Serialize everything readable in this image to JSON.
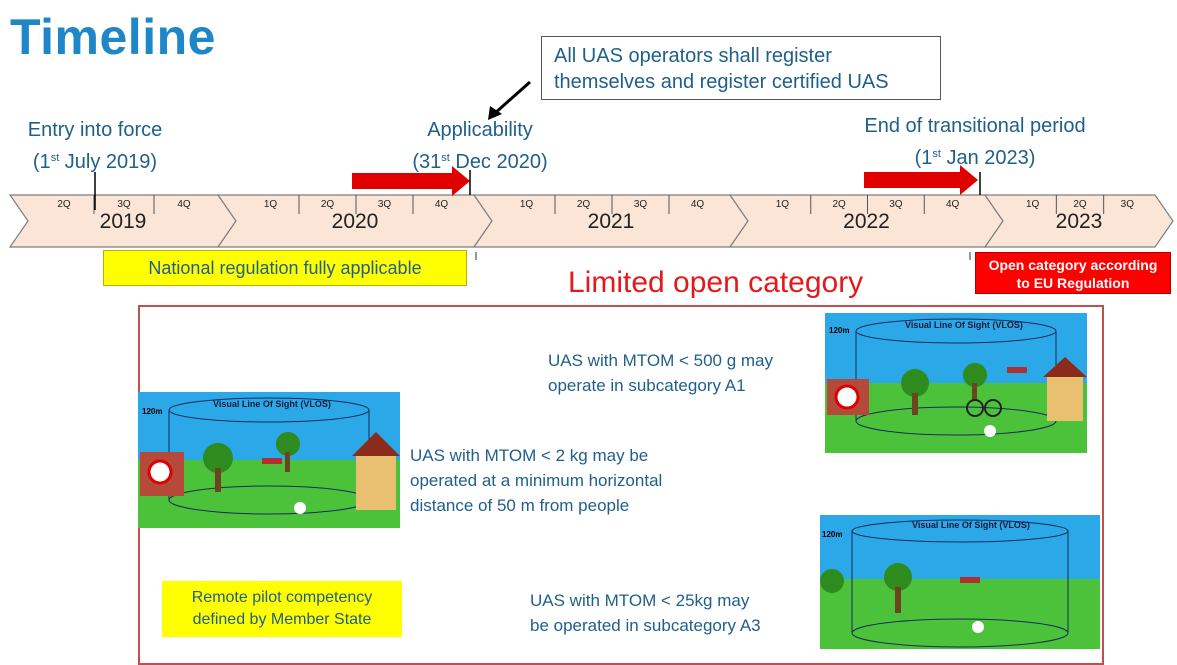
{
  "title": "Timeline",
  "callout": {
    "line1": "All UAS operators shall register",
    "line2": "themselves and register certified UAS"
  },
  "events": {
    "entry": {
      "label": "Entry into force",
      "date_pre": "(1",
      "date_sup": "st",
      "date_post": " July 2019)"
    },
    "applicability": {
      "label": "Applicability",
      "date_pre": "(31",
      "date_sup": "st",
      "date_post": " Dec 2020)"
    },
    "end_transition": {
      "label": "End of transitional period",
      "date_pre": "(1",
      "date_sup": "st",
      "date_post": " Jan 2023)"
    }
  },
  "timeline": {
    "years": [
      {
        "year": "2019",
        "quarters": [
          "2Q",
          "3Q",
          "4Q"
        ]
      },
      {
        "year": "2020",
        "quarters": [
          "1Q",
          "2Q",
          "3Q",
          "4Q"
        ]
      },
      {
        "year": "2021",
        "quarters": [
          "1Q",
          "2Q",
          "3Q",
          "4Q"
        ]
      },
      {
        "year": "2022",
        "quarters": [
          "1Q",
          "2Q",
          "3Q",
          "4Q"
        ]
      },
      {
        "year": "2023",
        "quarters": [
          "1Q",
          "2Q",
          "3Q"
        ]
      }
    ],
    "fill_color": "#fbe5d6",
    "stroke_color": "#7f7f7f"
  },
  "national_regulation": "National regulation fully applicable",
  "open_category": {
    "line1": "Open category according",
    "line2": "to EU Regulation"
  },
  "limited_open_category": "Limited open category",
  "subcategories": {
    "a1": {
      "line1": "UAS with MTOM < 500 g may",
      "line2": "operate in subcategory A1"
    },
    "a2": {
      "line1": "UAS with MTOM < 2 kg may be",
      "line2": "operated at a minimum horizontal",
      "line3": "distance of 50 m from people"
    },
    "a3": {
      "line1": "UAS with MTOM < 25kg may",
      "line2": "be operated in subcategory A3"
    }
  },
  "remote_pilot": {
    "line1": "Remote pilot competency",
    "line2": "defined by Member State"
  },
  "scenes": {
    "vlos_label": "Visual Line Of Sight (VLOS)",
    "height_label": "120m"
  },
  "colors": {
    "title_blue": "#1f86c7",
    "text_blue": "#1f5f8b",
    "arrow_red": "#e00000",
    "yellow": "#ffff00",
    "red_box": "#ff0000",
    "panel_border": "#c0504d"
  }
}
